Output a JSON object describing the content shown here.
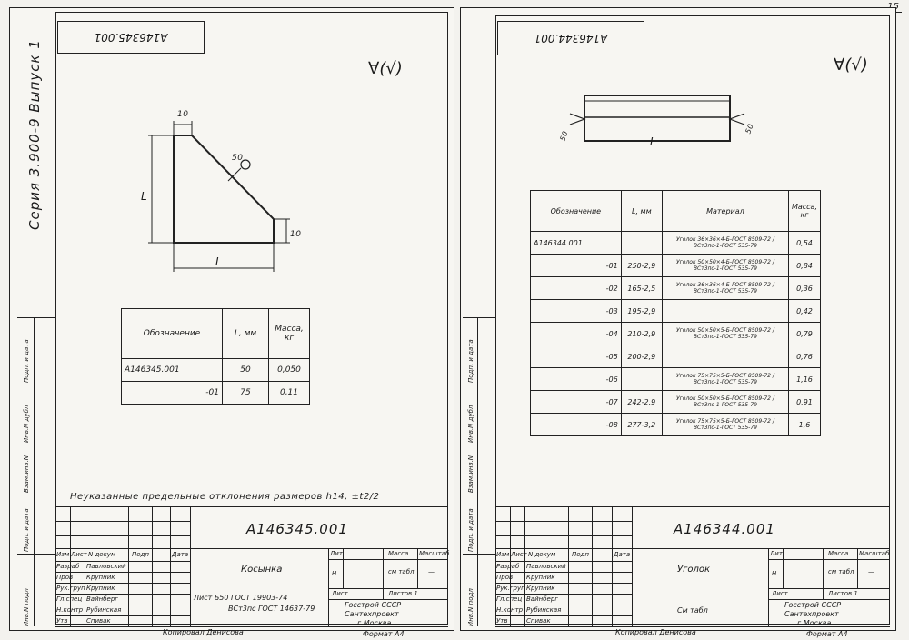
{
  "page_number": "15",
  "left": {
    "series_label": "Серия 3.900-9  Выпуск 1",
    "stamp_code": "А146345.001",
    "roughness_mark": "∀(√)",
    "drawing_dims": {
      "top": "10",
      "weld": "50",
      "height": "L",
      "right": "10",
      "bottom": "L"
    },
    "table": {
      "headers": [
        "Обозначение",
        "L, мм",
        "Масса, кг"
      ],
      "rows": [
        [
          "А146345.001",
          "50",
          "0,050"
        ],
        [
          "-01",
          "75",
          "0,11"
        ]
      ]
    },
    "tolerance_note": "Неуказанные предельные отклонения размеров h14, ±t2/2",
    "titleblock": {
      "code": "А146345.001",
      "name": "Косынка",
      "material_1": "Лист Б50 ГОСТ 19903-74",
      "material_2": "ВСт3пс ГОСТ 14637-79",
      "lit": "Лит",
      "mass": "Масса",
      "scale": "Масштаб",
      "lit_val": "Н",
      "mass_val": "см табл",
      "scale_val": "—",
      "sheet": "Лист",
      "sheets": "Листов 1",
      "org_1": "Госстрой СССР",
      "org_2": "Сантехпроект",
      "org_3": "г.Москва",
      "row_labels": [
        "Изм",
        "Лист",
        "N докум",
        "Подп",
        "Дата"
      ],
      "roles": [
        "Разраб",
        "Пров",
        "Рук.груп",
        "Гл.спец",
        "Н.контр",
        "Утв"
      ],
      "names": [
        "Павловский",
        "Крупник",
        "Крупник",
        "Вайнберг",
        "Рубинская",
        "Спивак"
      ],
      "copied": "Копировал Денисова",
      "format": "Формат А4"
    },
    "strip_labels": [
      "Инв.N подл",
      "Подп. и дата",
      "Взам.инв.N",
      "Инв.N дубл",
      "Подп. и дата"
    ]
  },
  "right": {
    "stamp_code": "А146344.001",
    "roughness_mark": "∀(√)",
    "drawing_dims": {
      "weld_left": "50",
      "length": "L",
      "weld_right": "50"
    },
    "table": {
      "headers": [
        "Обозначение",
        "L, мм",
        "Материал",
        "Масса, кг"
      ],
      "rows": [
        [
          "А146344.001",
          "",
          "Уголок 36×36×4-Б-ГОСТ 8509-72 / ВСт3пс-1-ГОСТ 535-79",
          "0,54"
        ],
        [
          "-01",
          "250-2,9",
          "Уголок 50×50×4-Б-ГОСТ 8509-72 / ВСт3пс-1-ГОСТ 535-79",
          "0,84"
        ],
        [
          "-02",
          "165-2,5",
          "Уголок 36×36×4-Б-ГОСТ 8509-72 / ВСт3пс-1-ГОСТ 535-79",
          "0,36"
        ],
        [
          "-03",
          "195-2,9",
          "",
          "0,42"
        ],
        [
          "-04",
          "210-2,9",
          "Уголок 50×50×5-Б-ГОСТ 8509-72 / ВСт3пс-1-ГОСТ 535-79",
          "0,79"
        ],
        [
          "-05",
          "200-2,9",
          "",
          "0,76"
        ],
        [
          "-06",
          "",
          "Уголок 75×75×5-Б-ГОСТ 8509-72 / ВСт3пс-1-ГОСТ 535-79",
          "1,16"
        ],
        [
          "-07",
          "242-2,9",
          "Уголок 50×50×5-Б-ГОСТ 8509-72 / ВСт3пс-1-ГОСТ 535-79",
          "0,91"
        ],
        [
          "-08",
          "277-3,2",
          "Уголок 75×75×5-Б-ГОСТ 8509-72 / ВСт3пс-1-ГОСТ 535-79",
          "1,6"
        ]
      ]
    },
    "titleblock": {
      "code": "А146344.001",
      "name": "Уголок",
      "material_1": "См табл",
      "lit": "Лит",
      "mass": "Масса",
      "scale": "Масштаб",
      "lit_val": "Н",
      "mass_val": "см табл",
      "scale_val": "—",
      "sheet": "Лист",
      "sheets": "Листов 1",
      "org_1": "Госстрой СССР",
      "org_2": "Сантехпроект",
      "org_3": "г.Москва",
      "row_labels": [
        "Изм",
        "Лист",
        "N докум",
        "Подп",
        "Дата"
      ],
      "roles": [
        "Разраб",
        "Пров",
        "Рук.груп",
        "Гл.спец",
        "Н.контр",
        "Утв"
      ],
      "names": [
        "Павловский",
        "Крупник",
        "Крупник",
        "Вайнберг",
        "Рубинская",
        "Спивак"
      ],
      "copied": "Копировал Денисова",
      "format": "Формат А4"
    },
    "strip_labels": [
      "Инв.N подл",
      "Подп. и дата",
      "Взам.инв.N",
      "Инв.N дубл",
      "Подп. и дата"
    ]
  }
}
